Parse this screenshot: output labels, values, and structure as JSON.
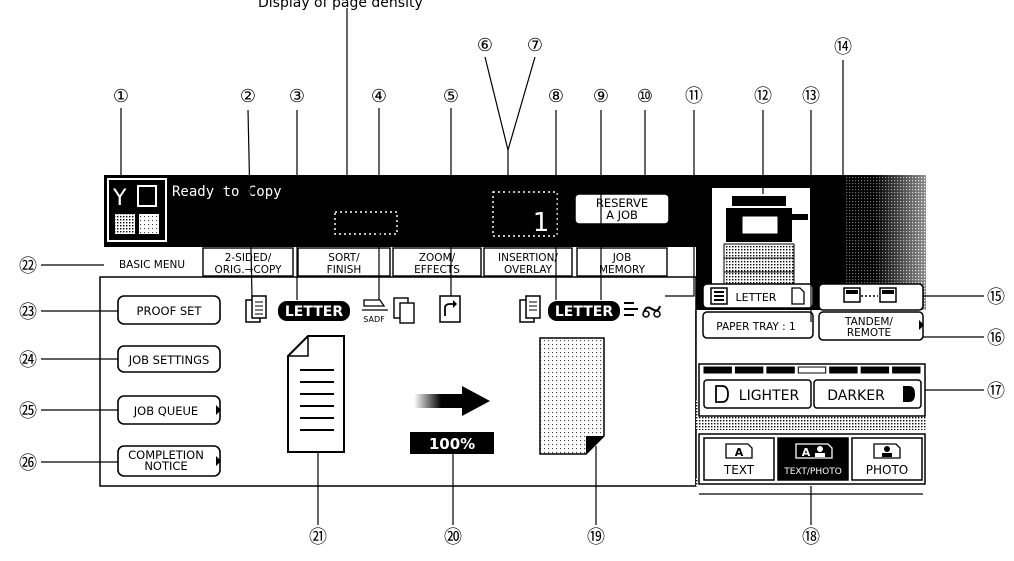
{
  "caption_top": "Display of page density",
  "status": {
    "text": "Ready to Copy",
    "copy_count": "1"
  },
  "reserve_button": {
    "line1": "RESERVE",
    "line2": "A JOB"
  },
  "tabs": [
    {
      "line1": "BASIC MENU",
      "line2": ""
    },
    {
      "line1": "2-SIDED/",
      "line2": "ORIG.→COPY"
    },
    {
      "line1": "SORT/",
      "line2": "FINISH"
    },
    {
      "line1": "ZOOM/",
      "line2": "EFFECTS"
    },
    {
      "line1": "INSERTION/",
      "line2": "OVERLAY"
    },
    {
      "line1": "JOB",
      "line2": "MEMORY"
    }
  ],
  "left_buttons": [
    {
      "line1": "PROOF SET",
      "line2": ""
    },
    {
      "line1": "JOB SETTINGS",
      "line2": ""
    },
    {
      "line1": "JOB QUEUE",
      "line2": ""
    },
    {
      "line1": "COMPLETION",
      "line2": "NOTICE"
    }
  ],
  "original": {
    "size": "LETTER",
    "feeder": "SADF"
  },
  "copy": {
    "size": "LETTER"
  },
  "zoom_value": "100%",
  "paper": {
    "size": "LETTER",
    "tray": "PAPER TRAY : 1"
  },
  "tandem": {
    "line1": "TANDEM/",
    "line2": "REMOTE"
  },
  "density": {
    "lighter": "LIGHTER",
    "darker": "DARKER",
    "level": 4,
    "segments": 7
  },
  "image_modes": [
    {
      "label": "TEXT",
      "selected": false
    },
    {
      "label": "TEXT/PHOTO",
      "selected": true
    },
    {
      "label": "PHOTO",
      "selected": false
    }
  ],
  "callouts": [
    "①",
    "②",
    "③",
    "④",
    "⑤",
    "⑥",
    "⑦",
    "⑧",
    "⑨",
    "⑩",
    "⑪",
    "⑫",
    "⑬",
    "⑭",
    "⑮",
    "⑯",
    "⑰",
    "⑱",
    "⑲",
    "⑳",
    "㉑",
    "㉒",
    "㉓",
    "㉔",
    "㉕",
    "㉖"
  ],
  "colors": {
    "panel": "#000000",
    "background": "#ffffff",
    "button_face": "#ffffff",
    "outline": "#000000"
  }
}
